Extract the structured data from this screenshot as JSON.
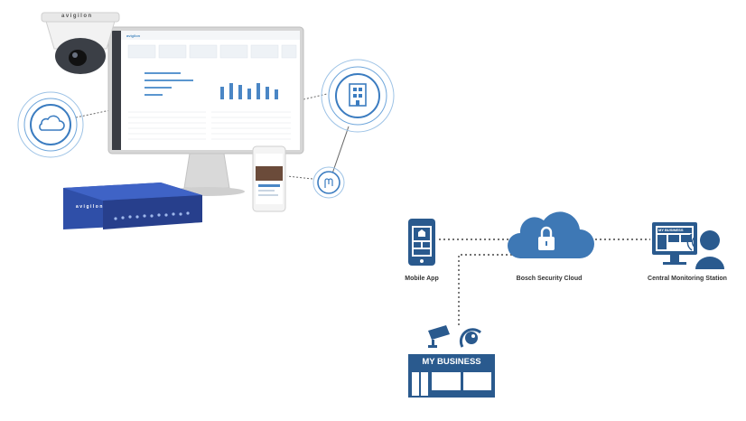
{
  "brand": {
    "camera_logo": "avigilon",
    "nvr_logo": "avigilon",
    "dashboard_logo": "avigilon"
  },
  "nodes": {
    "mobile_app": {
      "label": "Mobile App",
      "icon": "smartphone-icon"
    },
    "cloud": {
      "label": "Bosch Security Cloud",
      "icon": "cloud-lock-icon"
    },
    "monitoring": {
      "label": "Central Monitoring Station",
      "icon": "monitoring-agent-icon"
    },
    "business": {
      "label": "MY BUSINESS",
      "icon": "storefront-icon"
    }
  },
  "monitoring_screen_text": "MY BUSINESS",
  "colors": {
    "navy": "#2a5a8e",
    "cloud_blue": "#3e78b5",
    "nvr_blue": "#2f4fa8",
    "circle_blue": "#3b7cc0"
  }
}
